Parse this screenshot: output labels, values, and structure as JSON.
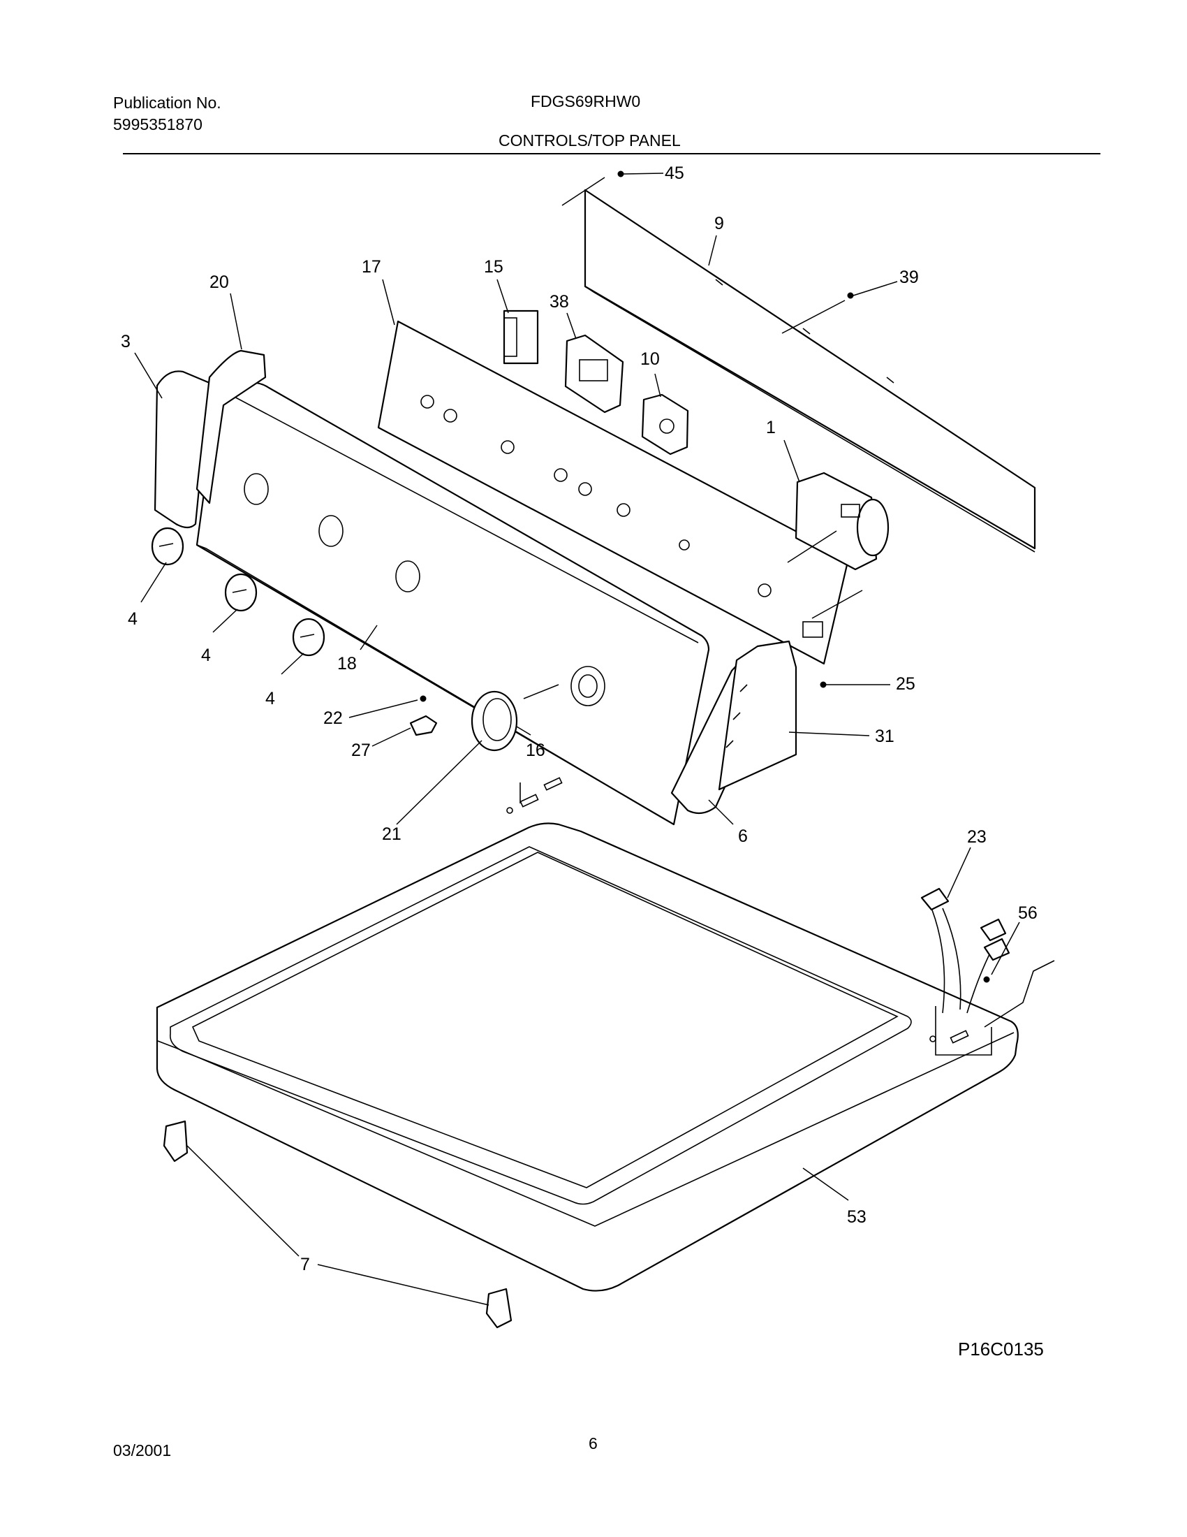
{
  "header": {
    "publication_label": "Publication No.",
    "publication_number": "5995351870",
    "model": "FDGS69RHW0",
    "section_title": "CONTROLS/TOP PANEL"
  },
  "callouts": [
    "45",
    "9",
    "39",
    "20",
    "17",
    "15",
    "38",
    "10",
    "3",
    "1",
    "4",
    "4",
    "4",
    "18",
    "25",
    "22",
    "16",
    "31",
    "27",
    "21",
    "6",
    "23",
    "56",
    "53",
    "7"
  ],
  "footer": {
    "drawing_code": "P16C0135",
    "date": "03/2001",
    "page_number": "6"
  }
}
